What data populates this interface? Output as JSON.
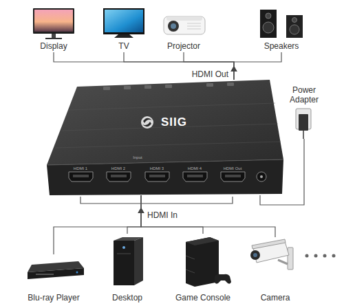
{
  "diagram": {
    "nodes": [
      {
        "text": [
          "Display"
        ]
      },
      {
        "text": [
          "TV"
        ]
      },
      {
        "text": [
          "Projector"
        ]
      },
      {
        "text": [
          "Speakers"
        ]
      },
      {
        "text": [
          "SIIG"
        ]
      },
      {
        "text": [
          "Power Adapter"
        ]
      },
      {
        "text": [
          "Blu-ray Player"
        ]
      },
      {
        "text": [
          "Desktop"
        ]
      },
      {
        "text": [
          "Game Console"
        ]
      },
      {
        "text": [
          "Camera"
        ]
      }
    ],
    "edges": [
      {
        "from": 4,
        "to": 0,
        "arrow": "to",
        "label": "HDMI Out"
      },
      {
        "from": 4,
        "to": 1,
        "arrow": "to"
      },
      {
        "from": 4,
        "to": 2,
        "arrow": "to"
      },
      {
        "from": 4,
        "to": 3,
        "arrow": "to"
      },
      {
        "from": 5,
        "to": 4,
        "arrow": "none"
      },
      {
        "from": 6,
        "to": 4,
        "arrow": "to",
        "label": "HDMI In"
      },
      {
        "from": 7,
        "to": 4,
        "arrow": "to"
      },
      {
        "from": 8,
        "to": 4,
        "arrow": "to"
      },
      {
        "from": 9,
        "to": 4,
        "arrow": "to"
      }
    ],
    "labels": [
      "Input",
      "HDMI 1",
      "HDMI 2",
      "HDMI 3",
      "HDMI 4",
      "HDMI Out"
    ]
  }
}
